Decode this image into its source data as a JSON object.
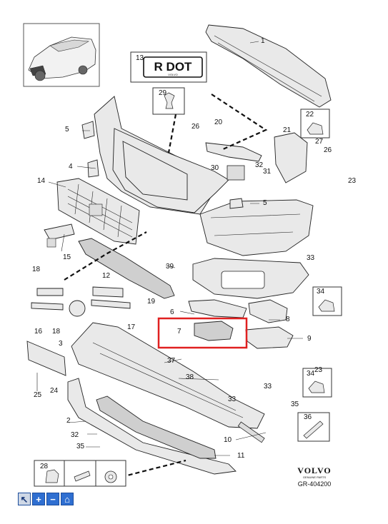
{
  "plate": {
    "text": "R DOT",
    "brand": "VOLVO"
  },
  "callouts": [
    "1",
    "2",
    "3",
    "4",
    "5",
    "5",
    "6",
    "7",
    "8",
    "9",
    "10",
    "11",
    "12",
    "13",
    "14",
    "15",
    "16",
    "17",
    "18",
    "18",
    "19",
    "20",
    "21",
    "22",
    "23",
    "23",
    "24",
    "25",
    "26",
    "26",
    "27",
    "28",
    "29",
    "30",
    "31",
    "32",
    "32",
    "33",
    "33",
    "33",
    "34",
    "34",
    "35",
    "35",
    "36",
    "37",
    "38",
    "39"
  ],
  "footer": {
    "brand": "VOLVO",
    "subtitle": "GENUINE PARTS",
    "code": "GR-404200"
  },
  "highlight_color": "#e02020",
  "toolbar": [
    "cursor-icon",
    "plus-icon",
    "minus-icon",
    "home-icon"
  ]
}
